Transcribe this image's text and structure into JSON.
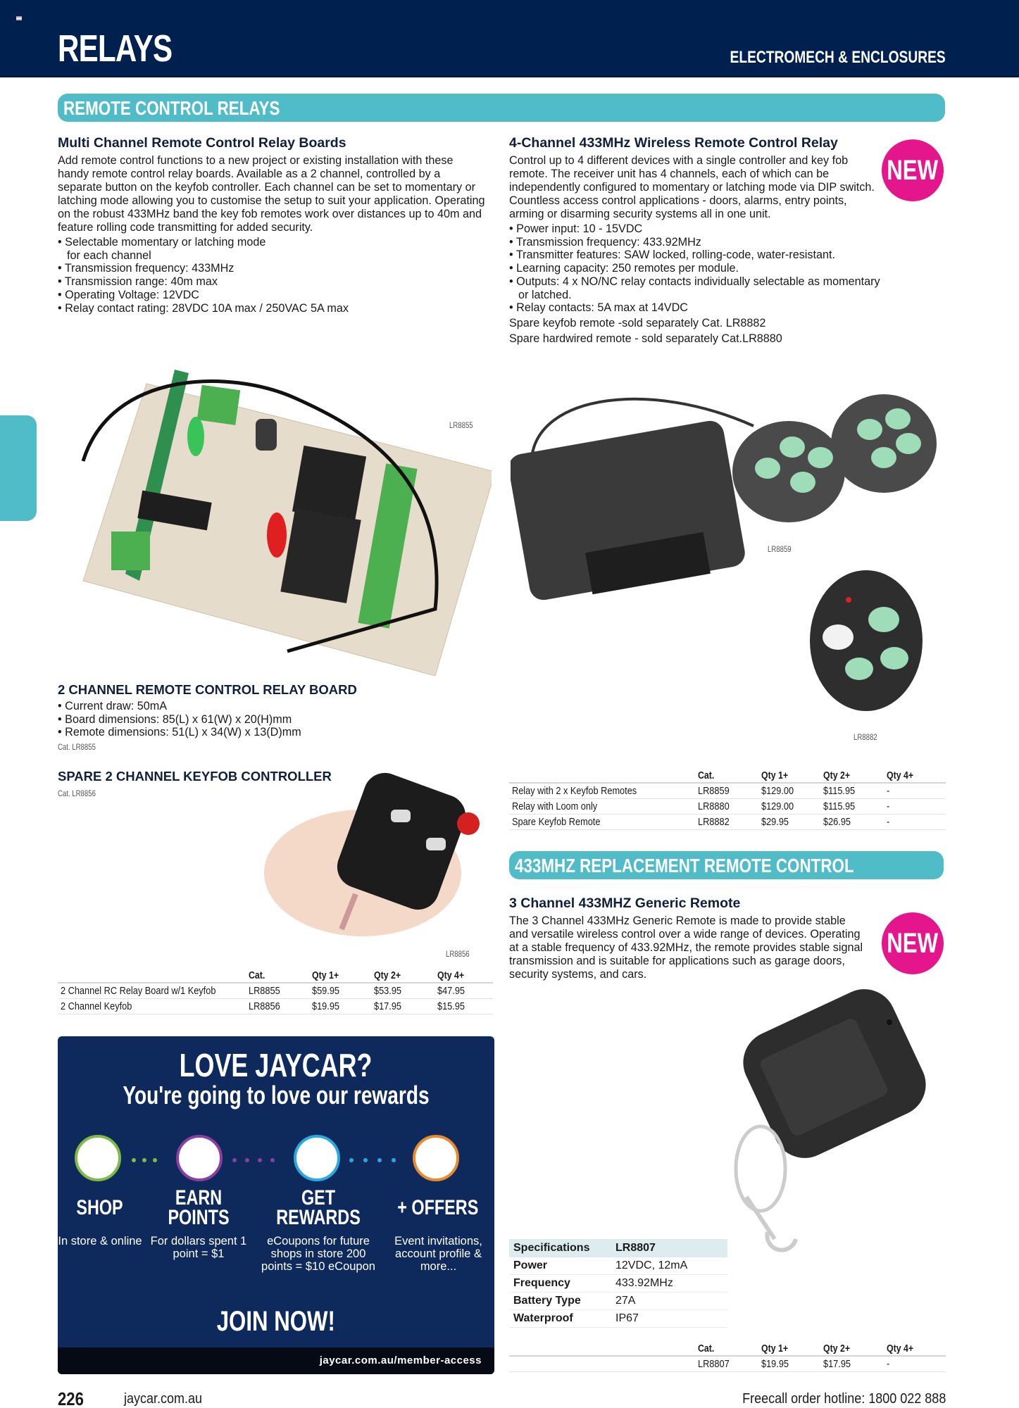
{
  "header": {
    "title": "RELAYS",
    "category": "ELECTROMECH & ENCLOSURES",
    "colors": {
      "navy": "#00214f",
      "teal": "#4fbcc7",
      "new_pink": "#e5168b"
    }
  },
  "sections": {
    "remote_control_relays": {
      "label": "REMOTE CONTROL RELAYS"
    },
    "replacement_remote": {
      "label": "433MHZ REPLACEMENT REMOTE CONTROL"
    }
  },
  "multi_channel": {
    "heading": "Multi Channel Remote Control Relay Boards",
    "description": "Add remote control functions to a new project or existing installation with these handy remote control relay boards. Available as a 2 channel, controlled by a separate button on the keyfob controller. Each channel can be set to momentary or latching mode allowing you to customise the setup to suit your application. Operating on the robust 433MHz band the key fob remotes work over distances up to 40m and feature rolling code transmitting for added security.",
    "bullets": [
      "Selectable momentary or latching mode for each channel",
      "Transmission frequency: 433MHz",
      "Transmission range: 40m max",
      "Operating Voltage: 12VDC",
      "Relay contact rating: 28VDC 10A max / 250VAC 5A max"
    ],
    "image_label": "LR8855",
    "board": {
      "heading": "2 CHANNEL REMOTE CONTROL RELAY BOARD",
      "bullets": [
        "Current draw: 50mA",
        "Board dimensions: 85(L) x 61(W) x 20(H)mm",
        "Remote dimensions: 51(L) x 34(W) x 13(D)mm"
      ],
      "cat": "Cat. LR8855"
    },
    "keyfob": {
      "heading": "SPARE 2 CHANNEL KEYFOB CONTROLLER",
      "cat": "Cat. LR8856",
      "image_label": "LR8856"
    },
    "price_table": {
      "headers": [
        "",
        "Cat.",
        "Qty 1+",
        "Qty 2+",
        "Qty 4+"
      ],
      "rows": [
        [
          "2 Channel RC Relay Board w/1 Keyfob",
          "LR8855",
          "$59.95",
          "$53.95",
          "$47.95"
        ],
        [
          "2 Channel Keyfob",
          "LR8856",
          "$19.95",
          "$17.95",
          "$15.95"
        ]
      ]
    }
  },
  "four_channel": {
    "heading": "4-Channel 433MHz Wireless Remote Control Relay",
    "badge": "NEW",
    "description": "Control up to 4 different devices with a single controller and key fob remote. The receiver unit has 4 channels, each of which can be independently configured to momentary or latching mode via DIP switch. Countless access control applications - doors, alarms, entry points, arming or disarming security systems all in one unit.",
    "bullets": [
      "Power input: 10 - 15VDC",
      "Transmission frequency: 433.92MHz",
      "Transmitter features: SAW locked, rolling-code, water-resistant.",
      "Learning capacity: 250 remotes per module.",
      "Outputs: 4 x NO/NC relay contacts individually selectable as momentary or latched.",
      "Relay contacts: 5A max at 14VDC"
    ],
    "notes": [
      "Spare keyfob remote -sold separately Cat. LR8882",
      "Spare hardwired remote - sold separately Cat.LR8880"
    ],
    "image_labels": [
      "LR8859",
      "LR8882"
    ],
    "price_table": {
      "headers": [
        "",
        "Cat.",
        "Qty 1+",
        "Qty 2+",
        "Qty 4+"
      ],
      "rows": [
        [
          "Relay with 2 x Keyfob Remotes",
          "LR8859",
          "$129.00",
          "$115.95",
          "-"
        ],
        [
          "Relay with Loom only",
          "LR8880",
          "$129.00",
          "$115.95",
          "-"
        ],
        [
          "Spare Keyfob Remote",
          "LR8882",
          "$29.95",
          "$26.95",
          "-"
        ]
      ]
    }
  },
  "generic_remote": {
    "heading": "3 Channel 433MHZ Generic Remote",
    "badge": "NEW",
    "description": "The 3 Channel 433MHz Generic Remote is made to provide stable and versatile wireless control over a wide range of devices. Operating at a stable frequency of 433.92MHz, the remote provides stable signal transmission and is suitable for applications such as garage doors, security systems, and cars.",
    "specs": {
      "header": [
        "Specifications",
        "LR8807"
      ],
      "rows": [
        [
          "Power",
          "12VDC, 12mA"
        ],
        [
          "Frequency",
          "433.92MHz"
        ],
        [
          "Battery Type",
          "27A"
        ],
        [
          "Waterproof",
          "IP67"
        ]
      ]
    },
    "price_table": {
      "headers": [
        "",
        "Cat.",
        "Qty 1+",
        "Qty 2+",
        "Qty 4+"
      ],
      "rows": [
        [
          "",
          "LR8807",
          "$19.95",
          "$17.95",
          "-"
        ]
      ]
    }
  },
  "rewards": {
    "title": "LOVE JAYCAR?",
    "subtitle": "You're going to love our rewards",
    "steps": [
      {
        "title": "SHOP",
        "text": "In store & online",
        "color": "#7dbb45"
      },
      {
        "title": "EARN POINTS",
        "text": "For dollars spent 1 point = $1",
        "color": "#8a3fa0"
      },
      {
        "title": "GET REWARDS",
        "text": "eCoupons for future shops in store 200 points = $10 eCoupon",
        "color": "#29a9e0"
      },
      {
        "title": "+ OFFERS",
        "text": "Event invitations, account profile & more...",
        "color": "#e88b2e"
      }
    ],
    "cta": "JOIN NOW!",
    "url": "jaycar.com.au/member-access"
  },
  "footer": {
    "page_number": "226",
    "site": "jaycar.com.au",
    "hotline": "Freecall order hotline: 1800 022 888"
  }
}
